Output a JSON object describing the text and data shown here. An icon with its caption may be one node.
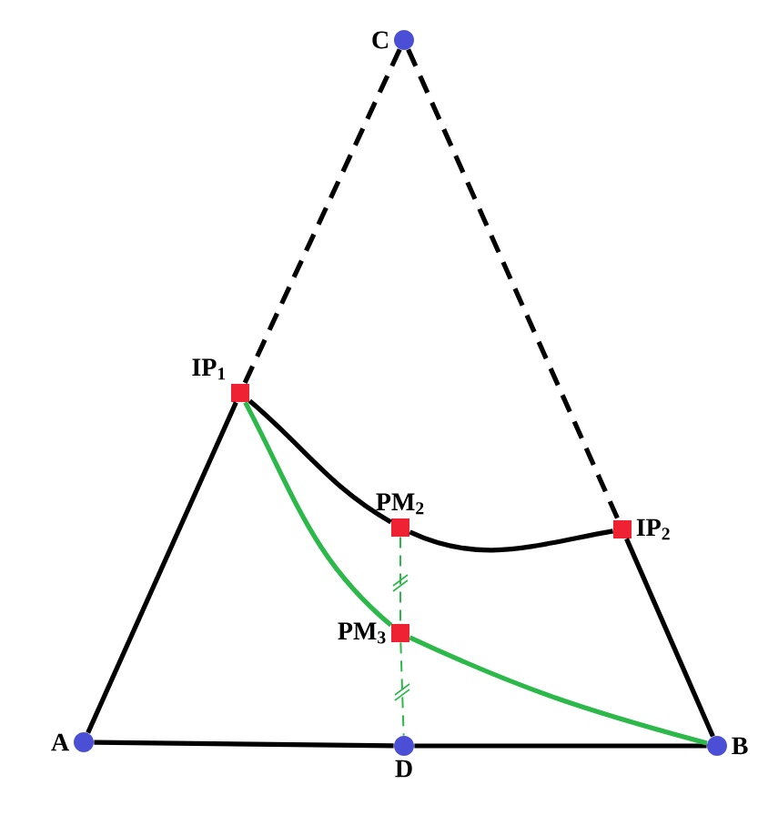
{
  "diagram": {
    "nodes": [
      {
        "text": [
          "C"
        ]
      },
      {
        "text": [
          "IP$_{1}$"
        ]
      },
      {
        "text": [
          "PM$_{2}$"
        ]
      },
      {
        "text": [
          "IP$_{2}$"
        ]
      },
      {
        "text": [
          "PM$_{3}$"
        ]
      },
      {
        "text": [
          "A"
        ]
      },
      {
        "text": [
          "D"
        ]
      },
      {
        "text": [
          "B"
        ]
      }
    ],
    "edges": [
      {
        "from": 0,
        "to": 1,
        "arrow": "none",
        "style": "dashed"
      },
      {
        "from": 0,
        "to": 3,
        "arrow": "none",
        "style": "dashed"
      },
      {
        "from": 1,
        "to": 5,
        "arrow": "none"
      },
      {
        "from": 3,
        "to": 7,
        "arrow": "none"
      },
      {
        "from": 5,
        "to": 6,
        "arrow": "none"
      },
      {
        "from": 6,
        "to": 7,
        "arrow": "none"
      },
      {
        "from": 1,
        "to": 2,
        "arrow": "none"
      },
      {
        "from": 2,
        "to": 3,
        "arrow": "none"
      },
      {
        "from": 1,
        "to": 4,
        "arrow": "none",
        "color": "#2db84a"
      },
      {
        "from": 4,
        "to": 7,
        "arrow": "none",
        "color": "#2db84a"
      },
      {
        "from": 2,
        "to": 4,
        "arrow": "none",
        "style": "dashed",
        "color": "#2db84a"
      },
      {
        "from": 4,
        "to": 6,
        "arrow": "none",
        "style": "dashed",
        "color": "#2db84a"
      }
    ]
  }
}
